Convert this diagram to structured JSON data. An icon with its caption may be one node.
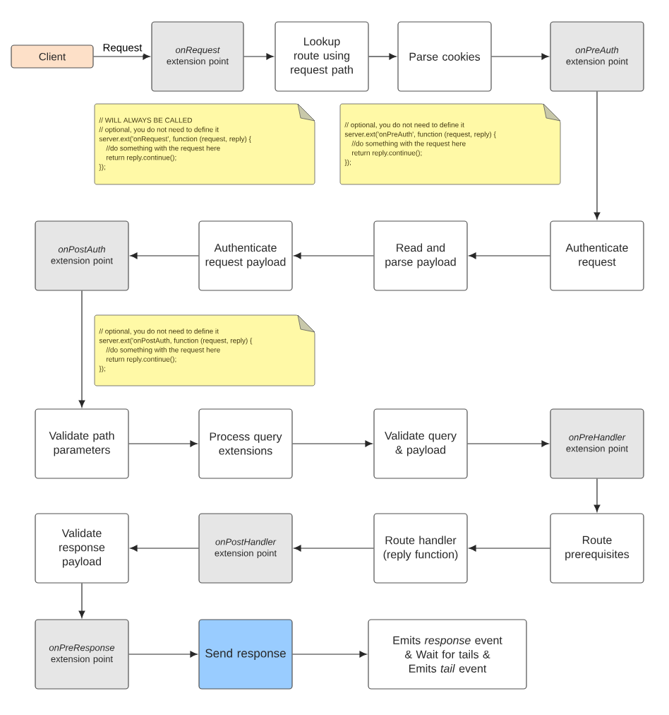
{
  "diagram": {
    "nodes": [
      {
        "text": [
          "Client"
        ]
      },
      {
        "text": [
          "*onRequest* extension point"
        ]
      },
      {
        "text": [
          "Lookup route using request path"
        ]
      },
      {
        "text": [
          "Parse cookies"
        ]
      },
      {
        "text": [
          "*onPreAuth* extension point"
        ]
      },
      {
        "text": [
          "// WILL ALWAYS BE CALLED",
          "// optional, you do not need to define it",
          "server.ext('onRequest', function (request, reply) {",
          "//do something with the request here",
          "return reply.continue();",
          "});"
        ]
      },
      {
        "text": [
          "// optional, you do not need to define it",
          "server.ext('onPreAuth', function (request, reply) {",
          "//do something with the request here",
          "return reply.continue();",
          "});"
        ]
      },
      {
        "text": [
          "Authenticate request"
        ]
      },
      {
        "text": [
          "Read and parse payload"
        ]
      },
      {
        "text": [
          "Authenticate request payload"
        ]
      },
      {
        "text": [
          "*onPostAuth* extension point"
        ]
      },
      {
        "text": [
          "// optional, you do not need to define it",
          "server.ext('onPostAuth, function (request, reply) {",
          "//do something with the request here",
          "return reply.continue();",
          "});"
        ]
      },
      {
        "text": [
          "Validate path parameters"
        ]
      },
      {
        "text": [
          "Process query extensions"
        ]
      },
      {
        "text": [
          "Validate query & payload"
        ]
      },
      {
        "text": [
          "*onPreHandler* extension point"
        ]
      },
      {
        "text": [
          "Route prerequisites"
        ]
      },
      {
        "text": [
          "Route handler (reply function)"
        ]
      },
      {
        "text": [
          "*onPostHandler* extension point"
        ]
      },
      {
        "text": [
          "Validate response payload"
        ]
      },
      {
        "text": [
          "*onPreResponse* extension point"
        ]
      },
      {
        "text": [
          "Send response"
        ]
      },
      {
        "text": [
          "Emits *response* event & Wait for tails & Emits *tail* event"
        ]
      }
    ],
    "edges": [
      {
        "from": 0,
        "to": 1,
        "arrow": "to",
        "label": "Request"
      },
      {
        "from": 1,
        "to": 2,
        "arrow": "to"
      },
      {
        "from": 2,
        "to": 3,
        "arrow": "to"
      },
      {
        "from": 3,
        "to": 4,
        "arrow": "to"
      },
      {
        "from": 4,
        "to": 7,
        "arrow": "to"
      },
      {
        "from": 7,
        "to": 8,
        "arrow": "to"
      },
      {
        "from": 8,
        "to": 9,
        "arrow": "to"
      },
      {
        "from": 9,
        "to": 10,
        "arrow": "to"
      },
      {
        "from": 10,
        "to": 12,
        "arrow": "to"
      },
      {
        "from": 12,
        "to": 13,
        "arrow": "to"
      },
      {
        "from": 13,
        "to": 14,
        "arrow": "to"
      },
      {
        "from": 14,
        "to": 15,
        "arrow": "to"
      },
      {
        "from": 15,
        "to": 16,
        "arrow": "to"
      },
      {
        "from": 16,
        "to": 17,
        "arrow": "to"
      },
      {
        "from": 17,
        "to": 18,
        "arrow": "to"
      },
      {
        "from": 18,
        "to": 19,
        "arrow": "to"
      },
      {
        "from": 19,
        "to": 20,
        "arrow": "to"
      },
      {
        "from": 20,
        "to": 21,
        "arrow": "to"
      },
      {
        "from": 21,
        "to": 22,
        "arrow": "to"
      }
    ]
  }
}
